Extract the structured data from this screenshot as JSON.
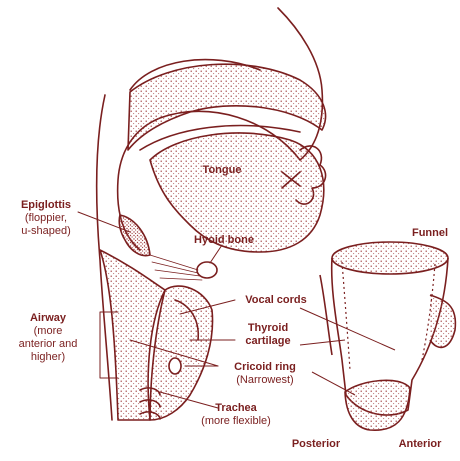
{
  "labels": {
    "tongue": "Tongue",
    "epiglottis": "Epiglottis",
    "epiglottis_note_1": "(floppier,",
    "epiglottis_note_2": "u-shaped)",
    "hyoid_bone": "Hyoid bone",
    "funnel": "Funnel",
    "airway": "Airway",
    "airway_note_1": "(more",
    "airway_note_2": "anterior and",
    "airway_note_3": "higher)",
    "vocal_cords": "Vocal cords",
    "thyroid_1": "Thyroid",
    "thyroid_2": "cartilage",
    "cricoid_ring": "Cricoid ring",
    "cricoid_note": "(Narrowest)",
    "trachea": "Trachea",
    "trachea_note": "(more flexible)",
    "posterior": "Posterior",
    "anterior": "Anterior"
  },
  "colors": {
    "ink": "#7a1f1f",
    "stipple": "#a04040"
  }
}
